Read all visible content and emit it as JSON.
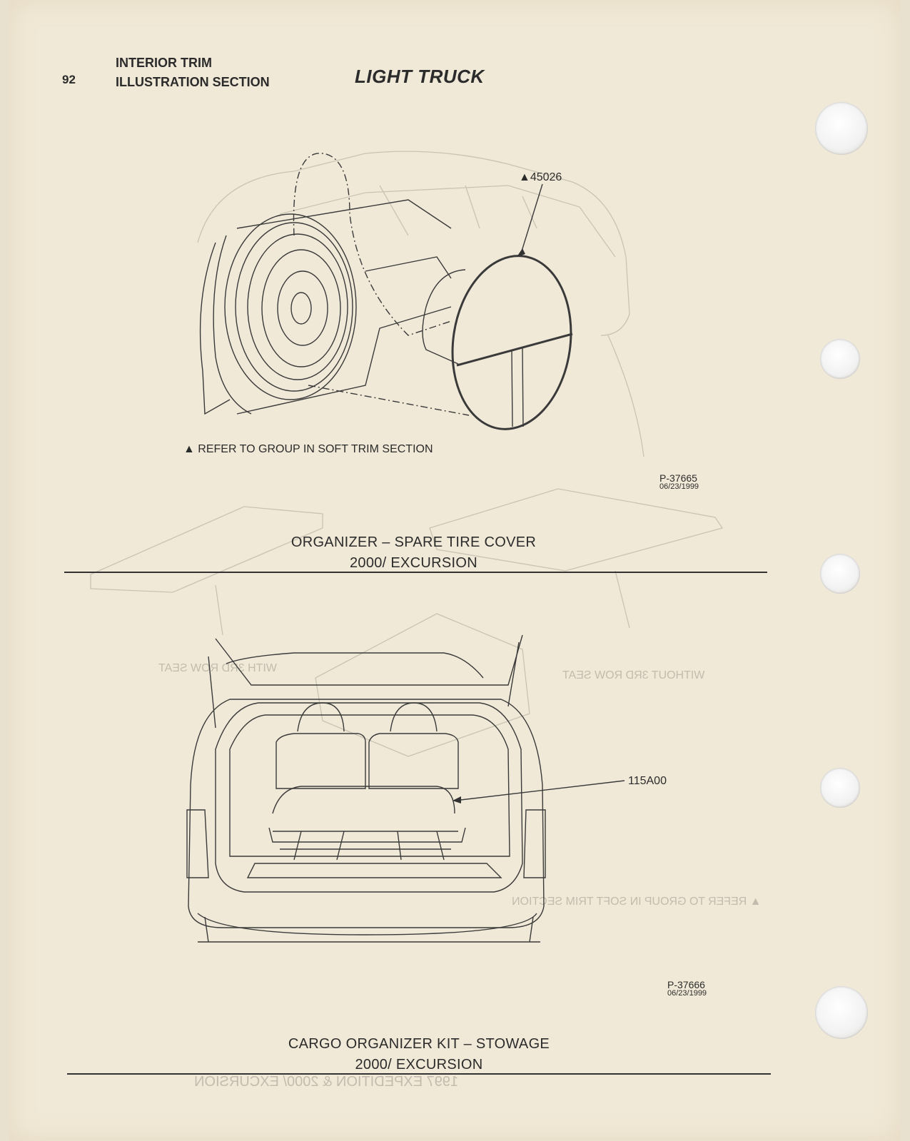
{
  "header": {
    "page_number": "92",
    "section_line1": "INTERIOR TRIM",
    "section_line2": "ILLUSTRATION SECTION",
    "title": "LIGHT TRUCK"
  },
  "figure1": {
    "callout": "▲45026",
    "note": "▲ REFER TO GROUP IN SOFT TRIM SECTION",
    "part_number": "P-37665",
    "date": "06/23/1999",
    "caption_line1": "ORGANIZER – SPARE TIRE COVER",
    "caption_line2": "2000/ EXCURSION"
  },
  "figure2": {
    "callout": "115A00",
    "part_number": "P-37666",
    "date": "06/23/1999",
    "caption_line1": "CARGO ORGANIZER KIT – STOWAGE",
    "caption_line2": "2000/ EXCURSION"
  },
  "bleed_through": {
    "left_label": "WITH 3RD ROW SEAT",
    "right_label": "WITHOUT 3RD ROW SEAT",
    "note": "▲ REFER TO GROUP IN SOFT TRIM SECTION",
    "caption": "1997 EXPEDITION & 2000/ EXCURSION"
  }
}
